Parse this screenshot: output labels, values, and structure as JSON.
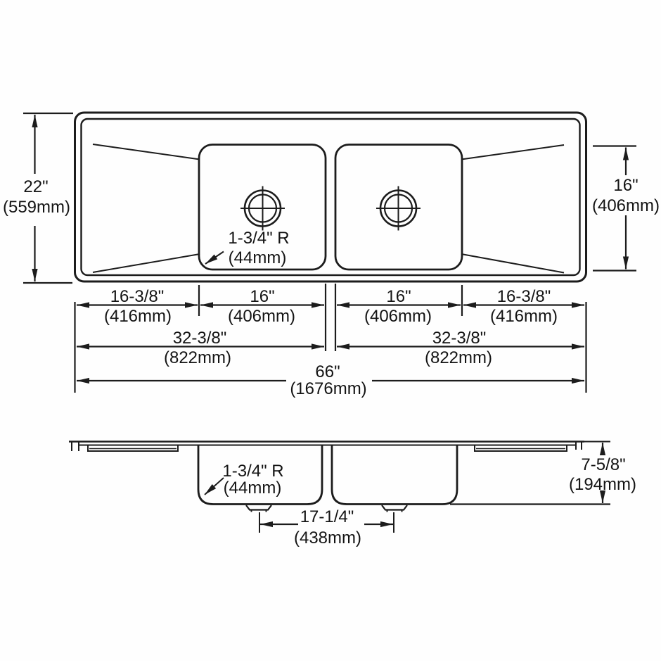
{
  "top_view": {
    "overall_height": {
      "in": "22\"",
      "mm": "(559mm)"
    },
    "bowl_width_right": {
      "in": "16\"",
      "mm": "(406mm)"
    },
    "corner_radius": {
      "line1": "1-3/4\" R",
      "line2": "(44mm)"
    },
    "row1": [
      {
        "in": "16-3/8\"",
        "mm": "(416mm)"
      },
      {
        "in": "16\"",
        "mm": "(406mm)"
      },
      {
        "in": "16\"",
        "mm": "(406mm)"
      },
      {
        "in": "16-3/8\"",
        "mm": "(416mm)"
      }
    ],
    "row2": [
      {
        "in": "32-3/8\"",
        "mm": "(822mm)"
      },
      {
        "in": "32-3/8\"",
        "mm": "(822mm)"
      }
    ],
    "row3": {
      "in": "66\"",
      "mm": "(1676mm)"
    }
  },
  "side_view": {
    "corner_radius": {
      "line1": "1-3/4\" R",
      "line2": "(44mm)"
    },
    "depth": {
      "in": "7-5/8\"",
      "mm": "(194mm)"
    },
    "drain_spacing": {
      "in": "17-1/4\"",
      "mm": "(438mm)"
    }
  }
}
